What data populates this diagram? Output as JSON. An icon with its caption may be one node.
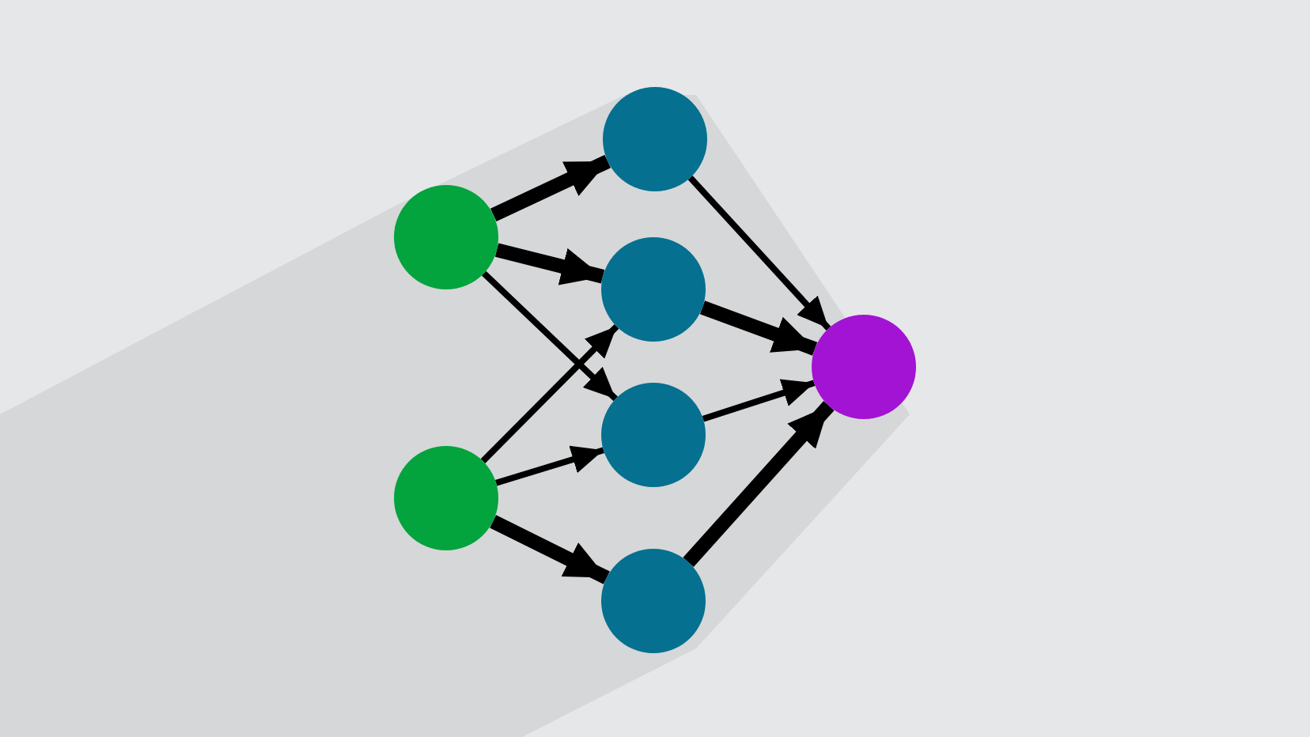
{
  "diagram": {
    "nodes": [
      {
        "text": [],
        "shape": "circle"
      },
      {
        "text": [],
        "shape": "circle"
      },
      {
        "text": [],
        "shape": "circle"
      },
      {
        "text": [],
        "shape": "circle"
      },
      {
        "text": [],
        "shape": "circle"
      },
      {
        "text": [],
        "shape": "circle"
      },
      {
        "text": [],
        "shape": "circle"
      }
    ],
    "edges": [
      {
        "from": 0,
        "to": 2,
        "arrow": "to",
        "style": "thick"
      },
      {
        "from": 0,
        "to": 3,
        "arrow": "to",
        "style": "thick"
      },
      {
        "from": 0,
        "to": 4,
        "arrow": "to"
      },
      {
        "from": 1,
        "to": 3,
        "arrow": "to"
      },
      {
        "from": 1,
        "to": 4,
        "arrow": "to"
      },
      {
        "from": 1,
        "to": 5,
        "arrow": "to",
        "style": "thick"
      },
      {
        "from": 2,
        "to": 6,
        "arrow": "to"
      },
      {
        "from": 3,
        "to": 6,
        "arrow": "to",
        "style": "thick"
      },
      {
        "from": 4,
        "to": 6,
        "arrow": "to"
      },
      {
        "from": 5,
        "to": 6,
        "arrow": "to",
        "style": "thick"
      }
    ]
  }
}
